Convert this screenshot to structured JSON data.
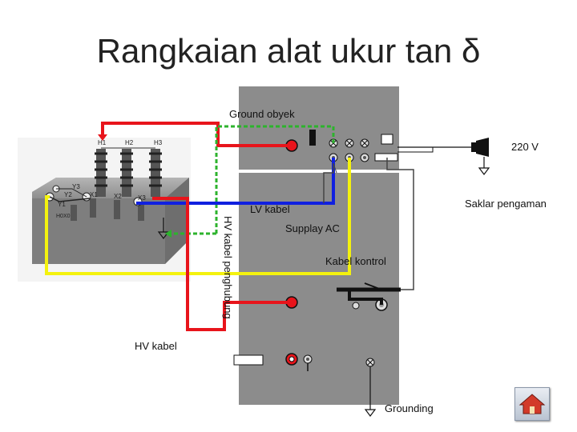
{
  "slide": {
    "title": "Rangkaian alat ukur tan δ"
  },
  "labels": {
    "ground_obyek": "Ground obyek",
    "voltage": "220 V",
    "saklar": "Saklar pengaman",
    "lv_kabel": "LV kabel",
    "supplay_ac": "Supplay AC",
    "hv_kabel_penghubung": "HV kabel penghubung",
    "kabel_kontrol": "Kabel kontrol",
    "hv_kabel": "HV kabel",
    "grounding": "Grounding"
  },
  "transformer_terminals": {
    "h1": "H1",
    "h2": "H2",
    "h3": "H3",
    "x1": "X1",
    "x2": "X2",
    "x3": "X3",
    "y1": "Y1",
    "y2": "Y2",
    "y3": "Y3",
    "h0x0": "H0X0"
  },
  "colors": {
    "red": "#e8141b",
    "blue": "#1020e0",
    "yellow": "#f4f20e",
    "green": "#2db32d",
    "cable_black": "#111111",
    "panel_gray": "#8c8c8c",
    "box_gray": "#9a9a9a"
  },
  "icons": {
    "home": "home-icon",
    "plug": "plug-icon",
    "ground": "ground-symbol-icon"
  }
}
